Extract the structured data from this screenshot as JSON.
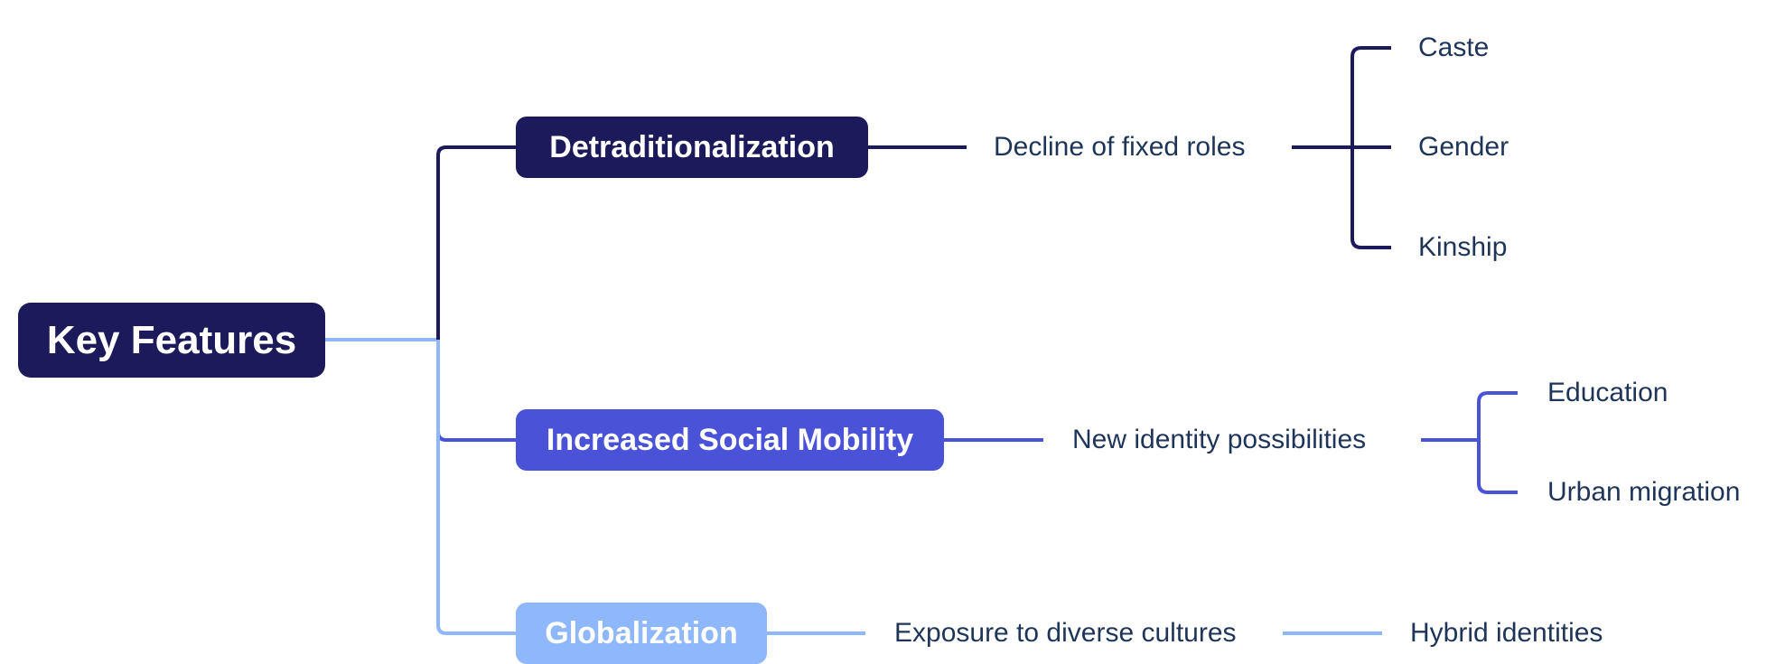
{
  "diagram": {
    "type": "mind-map",
    "root": {
      "label": "Key Features",
      "color": "#1c1a5a"
    },
    "branches": [
      {
        "label": "Detraditionalization",
        "color": "#1c1a5a",
        "child": {
          "label": "Decline of fixed roles",
          "children": [
            "Caste",
            "Gender",
            "Kinship"
          ]
        }
      },
      {
        "label": "Increased Social Mobility",
        "color": "#4a52d8",
        "child": {
          "label": "New identity possibilities",
          "children": [
            "Education",
            "Urban migration"
          ]
        }
      },
      {
        "label": "Globalization",
        "color": "#8fb7fb",
        "child": {
          "label": "Exposure to diverse cultures",
          "children": [
            "Hybrid identities"
          ]
        }
      }
    ],
    "text_color": "#1f3558"
  }
}
